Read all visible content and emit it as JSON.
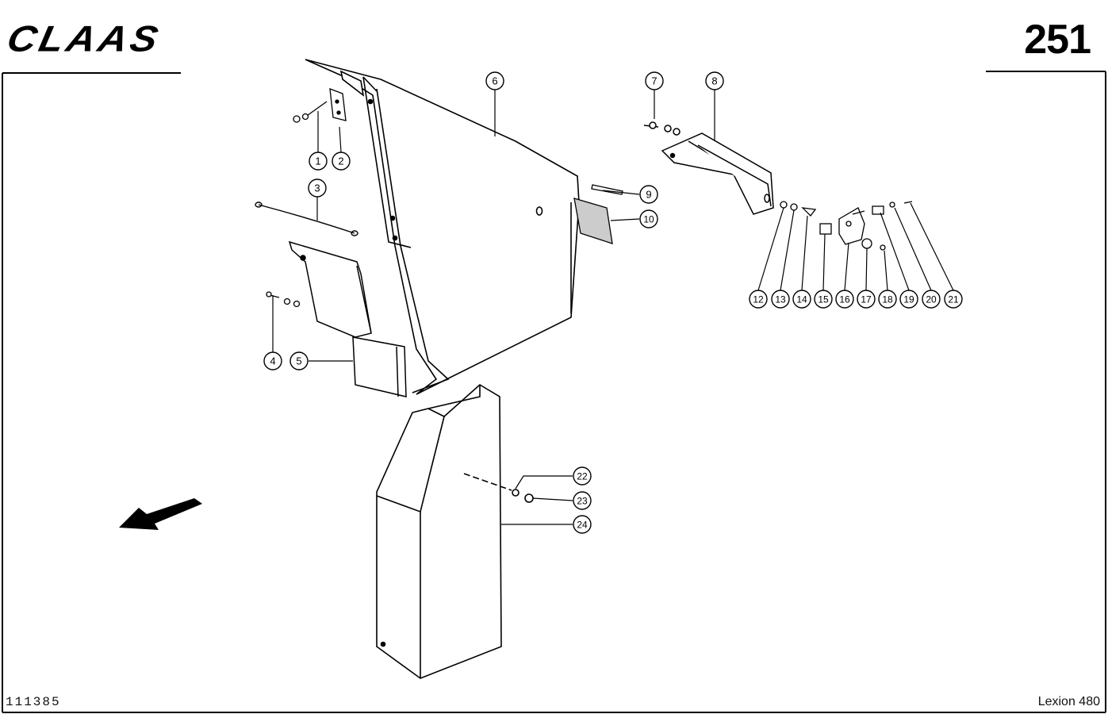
{
  "header": {
    "brand": "CLAAS",
    "page_number": "251"
  },
  "footer": {
    "drawing_number": "111385",
    "model": "Lexion 480"
  },
  "callouts": [
    {
      "label": "1"
    },
    {
      "label": "2"
    },
    {
      "label": "3"
    },
    {
      "label": "4"
    },
    {
      "label": "5"
    },
    {
      "label": "6"
    },
    {
      "label": "7"
    },
    {
      "label": "8"
    },
    {
      "label": "9"
    },
    {
      "label": "10"
    },
    {
      "label": "12"
    },
    {
      "label": "13"
    },
    {
      "label": "14"
    },
    {
      "label": "15"
    },
    {
      "label": "16"
    },
    {
      "label": "17"
    },
    {
      "label": "18"
    },
    {
      "label": "19"
    },
    {
      "label": "20"
    },
    {
      "label": "21"
    },
    {
      "label": "22"
    },
    {
      "label": "23"
    },
    {
      "label": "24"
    }
  ],
  "icons": {
    "direction": "direction-arrow-icon"
  }
}
